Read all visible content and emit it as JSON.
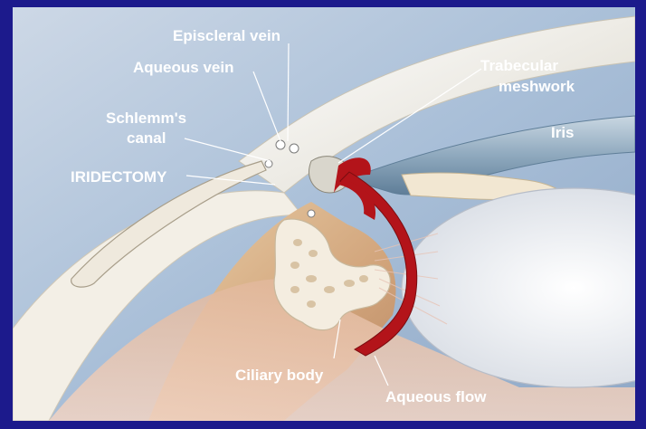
{
  "labels": {
    "episcleral_vein": "Episcleral vein",
    "aqueous_vein": "Aqueous vein",
    "trabecular_line1": "Trabecular",
    "trabecular_line2": "meshwork",
    "schlemm_line1": "Schlemm's",
    "schlemm_line2": "canal",
    "iris": "Iris",
    "iridectomy": "IRIDECTOMY",
    "ciliary_body": "Ciliary body",
    "aqueous_flow": "Aqueous flow"
  },
  "colors": {
    "border": "#1c1a8c",
    "sky": "#a9bfd8",
    "sclera": "#f1eee6",
    "iris": "#9fb6c8",
    "ciliary": "#d9b48c",
    "lens": "#eef0f3",
    "flow_arrow": "#b3141a",
    "label_text": "#ffffff"
  }
}
